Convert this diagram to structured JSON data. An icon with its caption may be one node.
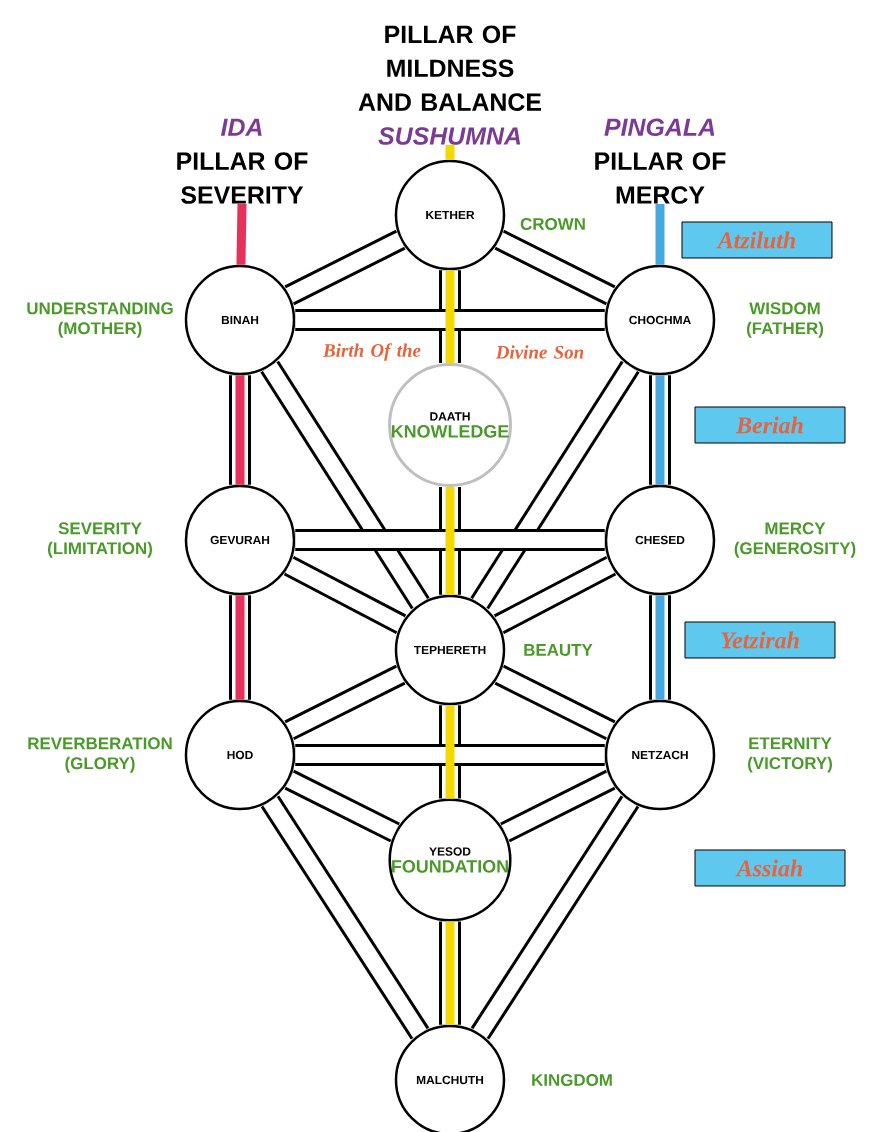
{
  "diagram": {
    "nodes": [
      {
        "text": [
          "IDA",
          "PILLAR OF SEVERITY"
        ]
      },
      {
        "text": [
          "PILLAR OF MILDNESS AND BALANCE",
          "SUSHUMNA"
        ]
      },
      {
        "text": [
          "PINGALA",
          "PILLAR OF MERCY"
        ]
      },
      {
        "text": [
          "KETHER"
        ],
        "beside": [
          "CROWN"
        ]
      },
      {
        "text": [
          "Atziluth"
        ]
      },
      {
        "text": [
          "BINAH"
        ],
        "beside": [
          "UNDERSTANDING (MOTHER)"
        ]
      },
      {
        "text": [
          "CHOCHMA"
        ],
        "beside": [
          "WISDOM (FATHER)"
        ]
      },
      {
        "text": [
          "DAATH",
          "KNOWLEDGE"
        ]
      },
      {
        "text": [
          "Beriah"
        ]
      },
      {
        "text": [
          "GEVURAH"
        ],
        "beside": [
          "SEVERITY (LIMITATION)"
        ]
      },
      {
        "text": [
          "CHESED"
        ],
        "beside": [
          "MERCY (GENEROSITY)"
        ]
      },
      {
        "text": [
          "TEPHERETH"
        ],
        "beside": [
          "BEAUTY"
        ]
      },
      {
        "text": [
          "Yetzirah"
        ]
      },
      {
        "text": [
          "HOD"
        ],
        "beside": [
          "REVERBERATION (GLORY)"
        ]
      },
      {
        "text": [
          "NETZACH"
        ],
        "beside": [
          "ETERNITY (VICTORY)"
        ]
      },
      {
        "text": [
          "YESOD",
          "FOUNDATION"
        ]
      },
      {
        "text": [
          "Assiah"
        ]
      },
      {
        "text": [
          "MALCHUTH"
        ],
        "beside": [
          "KINGDOM"
        ]
      }
    ],
    "edges": [
      {
        "from": 3,
        "to": 6,
        "arrow": "none"
      },
      {
        "from": 3,
        "to": 5,
        "arrow": "none"
      },
      {
        "from": 3,
        "to": 7,
        "arrow": "none"
      },
      {
        "from": 7,
        "to": 11,
        "arrow": "none"
      },
      {
        "from": 5,
        "to": 6,
        "arrow": "none"
      },
      {
        "from": 5,
        "to": 9,
        "arrow": "none"
      },
      {
        "from": 5,
        "to": 11,
        "arrow": "none"
      },
      {
        "from": 6,
        "to": 10,
        "arrow": "none"
      },
      {
        "from": 6,
        "to": 11,
        "arrow": "none"
      },
      {
        "from": 9,
        "to": 10,
        "arrow": "none"
      },
      {
        "from": 9,
        "to": 11,
        "arrow": "none"
      },
      {
        "from": 9,
        "to": 13,
        "arrow": "none"
      },
      {
        "from": 10,
        "to": 11,
        "arrow": "none"
      },
      {
        "from": 10,
        "to": 14,
        "arrow": "none"
      },
      {
        "from": 11,
        "to": 13,
        "arrow": "none"
      },
      {
        "from": 11,
        "to": 14,
        "arrow": "none"
      },
      {
        "from": 11,
        "to": 15,
        "arrow": "none"
      },
      {
        "from": 13,
        "to": 14,
        "arrow": "none"
      },
      {
        "from": 13,
        "to": 15,
        "arrow": "none"
      },
      {
        "from": 14,
        "to": 15,
        "arrow": "none"
      },
      {
        "from": 13,
        "to": 17,
        "arrow": "none"
      },
      {
        "from": 14,
        "to": 17,
        "arrow": "none"
      },
      {
        "from": 15,
        "to": 17,
        "arrow": "none"
      },
      {
        "from": 0,
        "to": 5,
        "arrow": "none",
        "color": "#e8315a"
      },
      {
        "from": 5,
        "to": 9,
        "arrow": "none",
        "color": "#e8315a"
      },
      {
        "from": 9,
        "to": 13,
        "arrow": "none",
        "color": "#e8315a"
      },
      {
        "from": 1,
        "to": 3,
        "arrow": "none",
        "color": "#f5d800"
      },
      {
        "from": 3,
        "to": 7,
        "arrow": "none",
        "color": "#f5d800"
      },
      {
        "from": 7,
        "to": 11,
        "arrow": "none",
        "color": "#f5d800"
      },
      {
        "from": 11,
        "to": 15,
        "arrow": "none",
        "color": "#f5d800"
      },
      {
        "from": 15,
        "to": 17,
        "arrow": "none",
        "color": "#f5d800"
      },
      {
        "from": 2,
        "to": 6,
        "arrow": "none",
        "color": "#45a8e0"
      },
      {
        "from": 6,
        "to": 10,
        "arrow": "none",
        "color": "#45a8e0"
      },
      {
        "from": 10,
        "to": 14,
        "arrow": "none",
        "color": "#45a8e0"
      }
    ],
    "labels": [
      "Birth Of the",
      "Divine Son"
    ]
  }
}
